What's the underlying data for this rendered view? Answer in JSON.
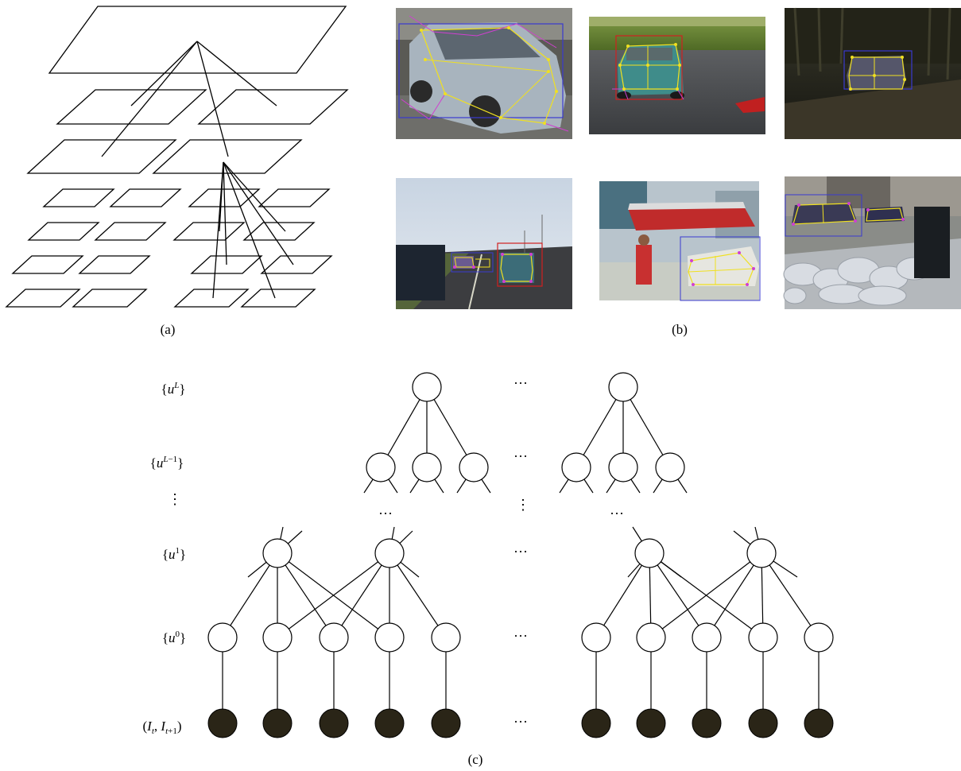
{
  "panels": {
    "a": {
      "caption": "(a)"
    },
    "b": {
      "caption": "(b)",
      "photos": [
        {
          "name": "silver-hatchback-parsed",
          "scene": "silver-car"
        },
        {
          "name": "mini-car-parsed",
          "scene": "teal-car"
        },
        {
          "name": "dark-forest-car-parsed",
          "scene": "dark-car"
        },
        {
          "name": "highway-cars-parsed",
          "scene": "highway"
        },
        {
          "name": "monorail-street-parsed",
          "scene": "monorail"
        },
        {
          "name": "parking-lot-cars-parsed",
          "scene": "parking"
        }
      ]
    },
    "c": {
      "caption": "(c)",
      "levels": [
        {
          "name": "level-uL",
          "label": "{u^L}"
        },
        {
          "name": "level-uL-1",
          "label": "{u^{L−1}}"
        },
        {
          "name": "level-vdots",
          "label": "⋮"
        },
        {
          "name": "level-u1",
          "label": "{u^1}"
        },
        {
          "name": "level-u0",
          "label": "{u^0}"
        },
        {
          "name": "level-images",
          "label": "(I_t, I_{t+1})"
        }
      ],
      "ellipsis": "···",
      "vertical_ellipsis": "⋮"
    }
  },
  "colors": {
    "stroke": "#000000",
    "observed_node": "#2a2517",
    "bbox_blue": "#3a3ad0",
    "bbox_red": "#d02020",
    "keypoint_yellow": "#f0e020",
    "keypoint_magenta": "#d040d0"
  }
}
